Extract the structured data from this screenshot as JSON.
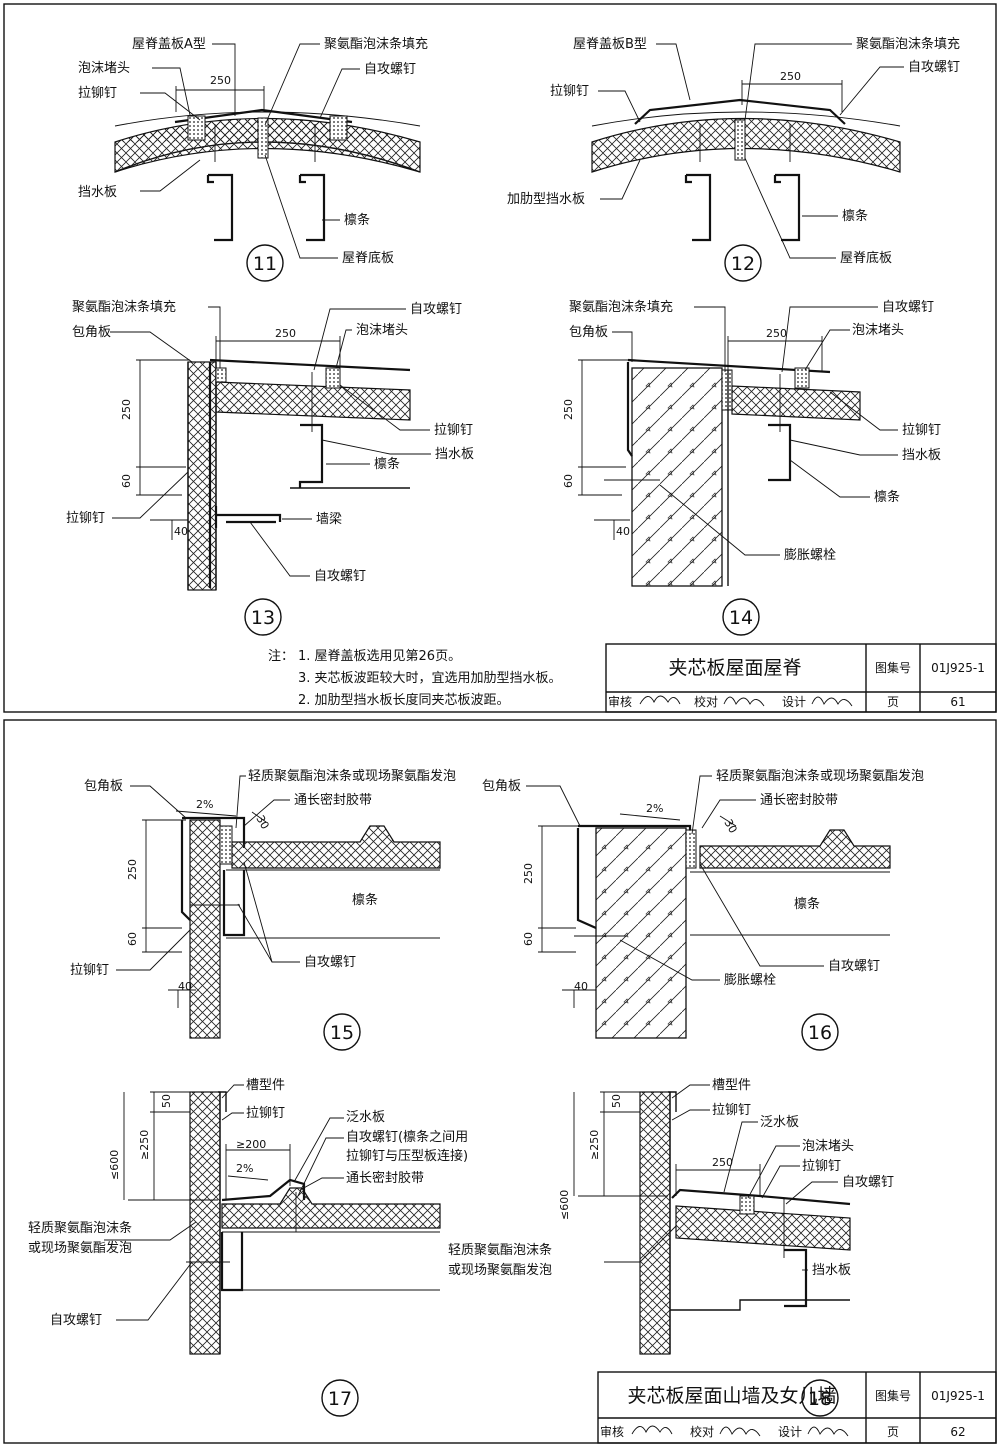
{
  "sheet1": {
    "details": {
      "d11": {
        "number": "11",
        "labels": [
          "屋脊盖板A型",
          "泡沫堵头",
          "拉铆钉",
          "挡水板",
          "聚氨酯泡沫条填充",
          "自攻螺钉",
          "檩条",
          "屋脊底板"
        ],
        "dim": "250"
      },
      "d12": {
        "number": "12",
        "labels": [
          "屋脊盖板B型",
          "拉铆钉",
          "加肋型挡水板",
          "聚氨酯泡沫条填充",
          "自攻螺钉",
          "檩条",
          "屋脊底板"
        ],
        "dim": "250"
      },
      "d13": {
        "number": "13",
        "labels": [
          "聚氨酯泡沫条填充",
          "包角板",
          "拉铆钉",
          "自攻螺钉",
          "泡沫堵头",
          "拉铆钉",
          "挡水板",
          "檩条",
          "墙梁",
          "自攻螺钉"
        ],
        "dims": [
          "250",
          "250",
          "60",
          "40"
        ]
      },
      "d14": {
        "number": "14",
        "labels": [
          "聚氨酯泡沫条填充",
          "包角板",
          "自攻螺钉",
          "泡沫堵头",
          "拉铆钉",
          "挡水板",
          "檩条",
          "膨胀螺栓"
        ],
        "dims": [
          "250",
          "250",
          "60",
          "40"
        ]
      }
    },
    "notes": {
      "prefix": "注：",
      "lines": [
        "1. 屋脊盖板选用见第26页。",
        "3. 夹芯板波距较大时，宜选用加肋型挡水板。",
        "2. 加肋型挡水板长度同夹芯板波距。"
      ]
    },
    "title_block": {
      "title": "夹芯板屋面屋脊",
      "atlas_label": "图集号",
      "atlas_no": "01J925-1",
      "review": "审核",
      "check": "校对",
      "design": "设计",
      "page_label": "页",
      "page_no": "61"
    }
  },
  "sheet2": {
    "details": {
      "d15": {
        "number": "15",
        "labels": [
          "包角板",
          "轻质聚氨酯泡沫条或现场聚氨酯发泡",
          "通长密封胶带",
          "檩条",
          "自攻螺钉",
          "拉铆钉"
        ],
        "dims": [
          "2%",
          "30",
          "250",
          "60",
          "40"
        ]
      },
      "d16": {
        "number": "16",
        "labels": [
          "包角板",
          "轻质聚氨酯泡沫条或现场聚氨酯发泡",
          "通长密封胶带",
          "檩条",
          "自攻螺钉",
          "膨胀螺栓"
        ],
        "dims": [
          "2%",
          "30",
          "250",
          "60",
          "40"
        ]
      },
      "d17": {
        "number": "17",
        "labels": [
          "槽型件",
          "拉铆钉",
          "泛水板",
          "自攻螺钉(檩条之间用",
          "拉铆钉与压型板连接)",
          "通长密封胶带",
          "轻质聚氨酯泡沫条",
          "或现场聚氨酯发泡",
          "自攻螺钉"
        ],
        "dims": [
          "50",
          "≥250",
          "≤600",
          "≥200",
          "2%"
        ]
      },
      "d18": {
        "number": "18",
        "labels": [
          "槽型件",
          "拉铆钉",
          "泛水板",
          "泡沫堵头",
          "拉铆钉",
          "自攻螺钉",
          "轻质聚氨酯泡沫条",
          "或现场聚氨酯发泡",
          "挡水板"
        ],
        "dims": [
          "50",
          "≥250",
          "≤600",
          "250"
        ]
      }
    },
    "title_block": {
      "title": "夹芯板屋面山墙及女儿墙",
      "atlas_label": "图集号",
      "atlas_no": "01J925-1",
      "review": "审核",
      "check": "校对",
      "design": "设计",
      "page_label": "页",
      "page_no": "62"
    }
  }
}
